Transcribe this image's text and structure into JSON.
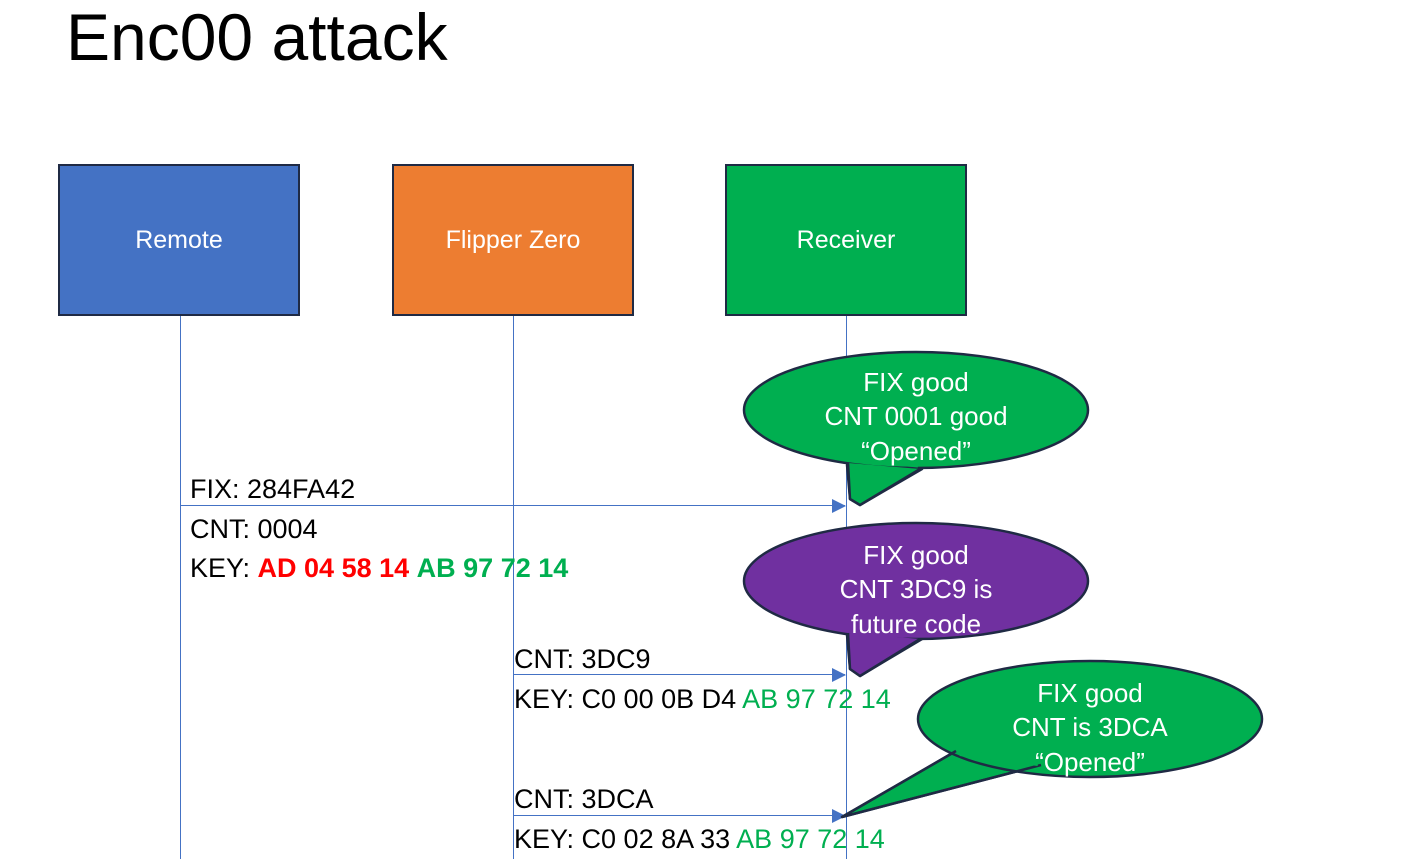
{
  "title": "Enc00 attack",
  "actors": [
    {
      "label": "Remote",
      "color": "#4472C4"
    },
    {
      "label": "Flipper Zero",
      "color": "#ED7D31"
    },
    {
      "label": "Receiver",
      "color": "#00AF50"
    }
  ],
  "messages": [
    {
      "from": "Remote",
      "to": "Receiver",
      "fix": "FIX: 284FA42",
      "cnt": "CNT: 0004",
      "key_prefix": "KEY: ",
      "key_part1": "AD 04 58 14",
      "key_part1_color": "#FF0000",
      "key_part2": "AB 97 72 14",
      "key_part2_color": "#00AF50"
    },
    {
      "from": "Flipper Zero",
      "to": "Receiver",
      "cnt": "CNT: 3DC9",
      "key_prefix": "KEY: C0 00 0B D4 ",
      "key_part2": "AB 97 72 14",
      "key_part2_color": "#00AF50"
    },
    {
      "from": "Flipper Zero",
      "to": "Receiver",
      "cnt": "CNT: 3DCA",
      "key_prefix": "KEY: C0 02 8A 33 ",
      "key_part2": "AB 97 72 14",
      "key_part2_color": "#00AF50"
    }
  ],
  "callouts": [
    {
      "fill": "#00AF50",
      "line1": "FIX good",
      "line2": "CNT 0001 good",
      "line3": "“Opened”"
    },
    {
      "fill": "#7030A0",
      "line1": "FIX good",
      "line2": "CNT 3DC9 is",
      "line3": "future code"
    },
    {
      "fill": "#00AF50",
      "line1": "FIX good",
      "line2": "CNT is 3DCA",
      "line3": "“Opened”"
    }
  ],
  "colors": {
    "stroke": "#1f2a44",
    "lifeline": "#4472C4",
    "red": "#FF0000",
    "green": "#00AF50",
    "purple": "#7030A0"
  }
}
